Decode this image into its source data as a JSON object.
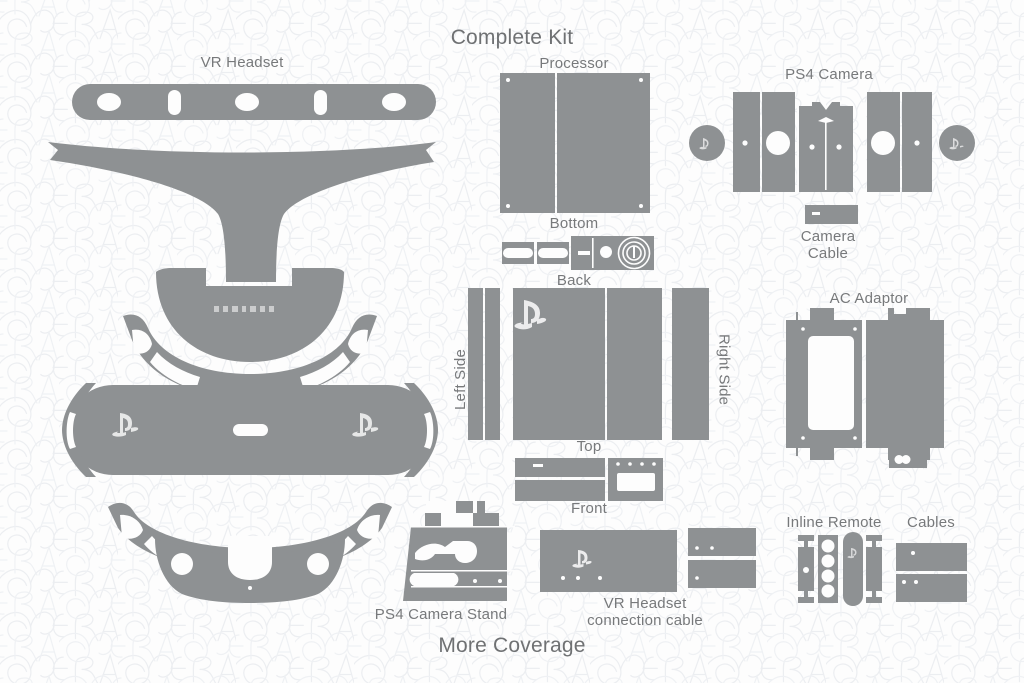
{
  "page": {
    "title": "Complete Kit",
    "footer": "More Coverage",
    "watermark_text": "VECRAS",
    "shape_color": "#8e9193",
    "text_color": "#77797b",
    "background_color": "#fdfdfd"
  },
  "labels": {
    "vr_headset": "VR Headset",
    "processor": "Processor",
    "bottom": "Bottom",
    "back": "Back",
    "left_side": "Left Side",
    "right_side": "Right Side",
    "top": "Top",
    "front": "Front",
    "ps4_camera": "PS4 Camera",
    "camera_cable_line1": "Camera",
    "camera_cable_line2": "Cable",
    "ac_adaptor": "AC Adaptor",
    "ps4_camera_stand": "PS4 Camera Stand",
    "vr_cable_line1": "VR Headset",
    "vr_cable_line2": "connection cable",
    "inline_remote": "Inline Remote",
    "cables": "Cables"
  },
  "groups": [
    {
      "id": "vr-headset",
      "label": "VR Headset",
      "piece_count": 9
    },
    {
      "id": "processor",
      "label": "Processor",
      "piece_count": 12
    },
    {
      "id": "ps4-camera",
      "label": "PS4 Camera",
      "piece_count": 8
    },
    {
      "id": "camera-cable",
      "label": "Camera Cable",
      "piece_count": 1
    },
    {
      "id": "ac-adaptor",
      "label": "AC Adaptor",
      "piece_count": 3
    },
    {
      "id": "ps4-camera-stand",
      "label": "PS4 Camera Stand",
      "piece_count": 6
    },
    {
      "id": "vr-connection",
      "label": "VR Headset connection cable",
      "piece_count": 3
    },
    {
      "id": "inline-remote",
      "label": "Inline Remote",
      "piece_count": 4
    },
    {
      "id": "cables",
      "label": "Cables",
      "piece_count": 2
    }
  ]
}
